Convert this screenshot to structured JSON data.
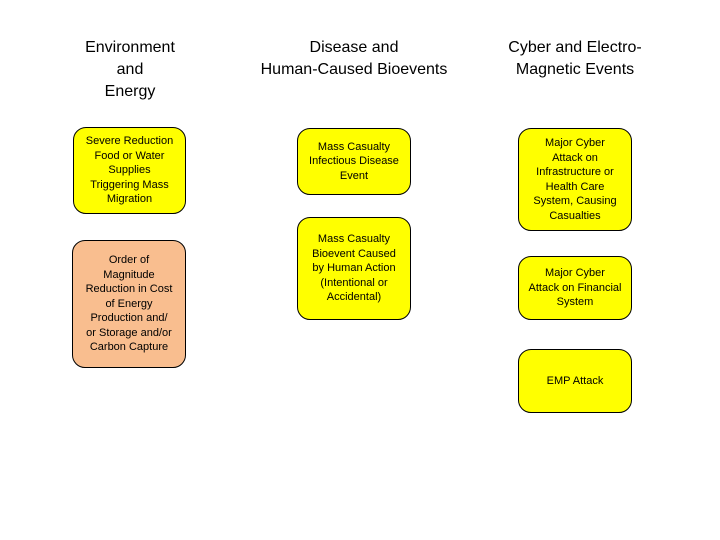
{
  "columns": [
    {
      "header": "Environment\nand\nEnergy",
      "boxes": [
        {
          "text": "Severe Reduction\nFood or Water\nSupplies\nTriggering Mass\nMigration",
          "fill": "#ffff00"
        },
        {
          "text": "Order of\nMagnitude\nReduction in Cost\nof Energy\nProduction and/\nor Storage and/or\nCarbon Capture",
          "fill": "#f9be8f"
        }
      ]
    },
    {
      "header": "Disease and\nHuman-Caused Bioevents",
      "boxes": [
        {
          "text": "Mass Casualty\nInfectious Disease\nEvent",
          "fill": "#ffff00"
        },
        {
          "text": "Mass Casualty\nBioevent Caused\nby Human Action\n(Intentional or\nAccidental)",
          "fill": "#ffff00"
        }
      ]
    },
    {
      "header": "Cyber and Electro-\nMagnetic Events",
      "boxes": [
        {
          "text": "Major Cyber\nAttack on\nInfrastructure or\nHealth Care\nSystem, Causing\nCasualties",
          "fill": "#ffff00"
        },
        {
          "text": "Major Cyber\nAttack on Financial\nSystem",
          "fill": "#ffff00"
        },
        {
          "text": "EMP Attack",
          "fill": "#ffff00"
        }
      ]
    }
  ]
}
